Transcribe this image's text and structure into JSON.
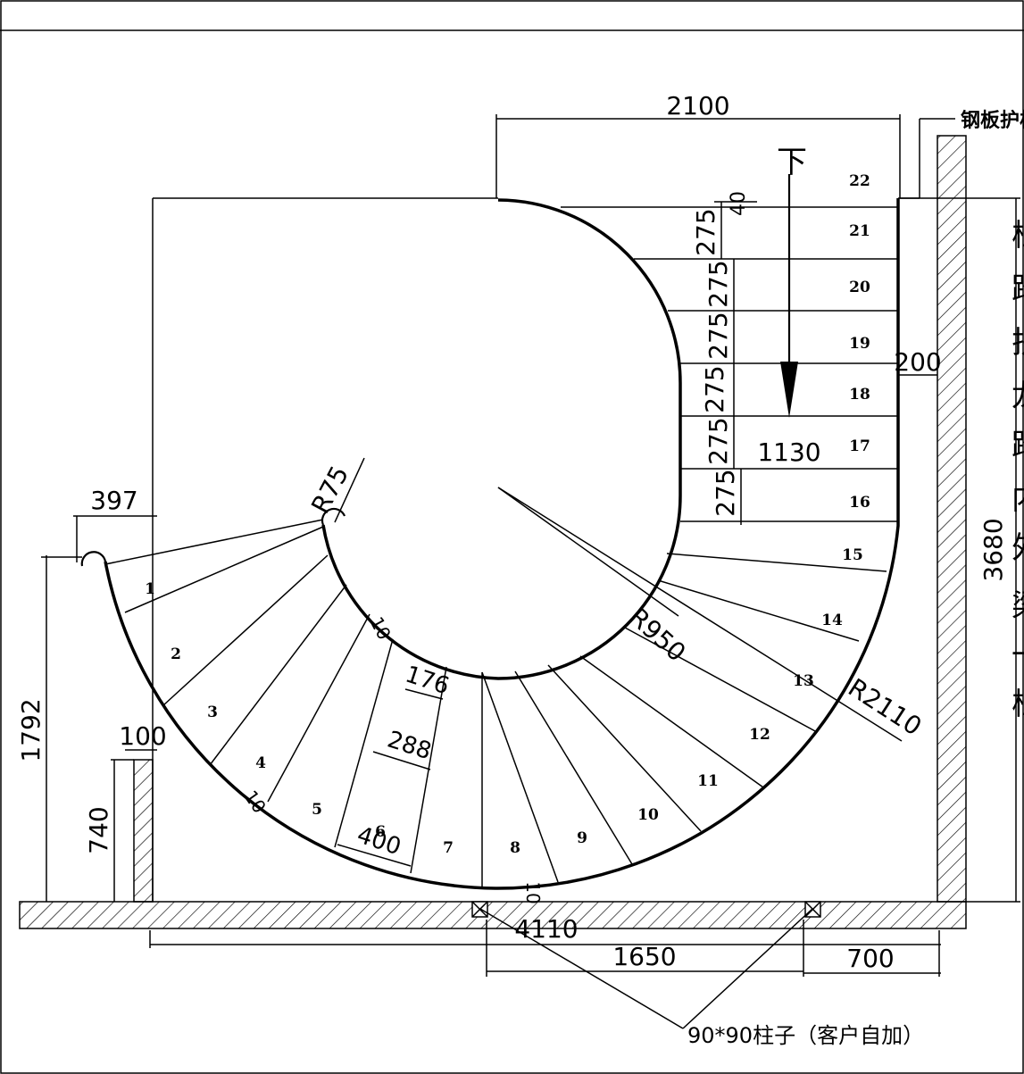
{
  "drawing": {
    "direction_label": "下",
    "label_guard": "钢板护栏",
    "label_column": "90*90柱子（客户自加）",
    "right_note_chars": [
      "栏",
      "踏",
      "扶",
      "龙",
      "踏",
      "内",
      "外",
      "梁",
      "一",
      "栏"
    ]
  },
  "dimensions": {
    "top_width": "2100",
    "gap_40": "40",
    "riser": "275",
    "wall_gap": "200",
    "tread_width": "1130",
    "total_height": "3680",
    "left_offset": "397",
    "left_height": "1792",
    "wall_thickness": "100",
    "wall_height": "740",
    "inner_radius": "R950",
    "outer_radius": "R2110",
    "handrail_radius": "R75",
    "inner_tread": "176",
    "mid_tread": "288",
    "outer_tread": "400",
    "small_10_a": "10",
    "small_10_b": "10",
    "small_10_c": "10",
    "total_width": "4110",
    "span_1650": "1650",
    "span_700": "700"
  },
  "steps": [
    "1",
    "2",
    "3",
    "4",
    "5",
    "6",
    "7",
    "8",
    "9",
    "10",
    "11",
    "12",
    "13",
    "14",
    "15",
    "16",
    "17",
    "18",
    "19",
    "20",
    "21",
    "22"
  ]
}
